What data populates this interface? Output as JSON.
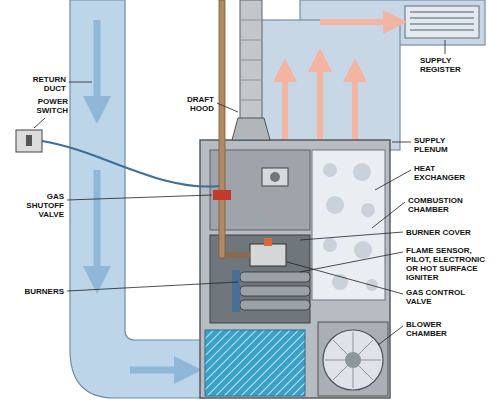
{
  "diagram": {
    "labels": [
      "RETURN DUCT",
      "POWER SWITCH",
      "GAS SHUTOFF VALVE",
      "BURNERS",
      "DRAFT HOOD",
      "SUPPLY REGISTER",
      "SUPPLY PLENUM",
      "HEAT EXCHANGER",
      "COMBUSTION CHAMBER",
      "BURNER COVER",
      "FLAME SENSOR, PILOT, ELECTRONIC OR HOT SURFACE IGNITER",
      "GAS CONTROL VALVE",
      "BLOWER CHAMBER"
    ]
  }
}
